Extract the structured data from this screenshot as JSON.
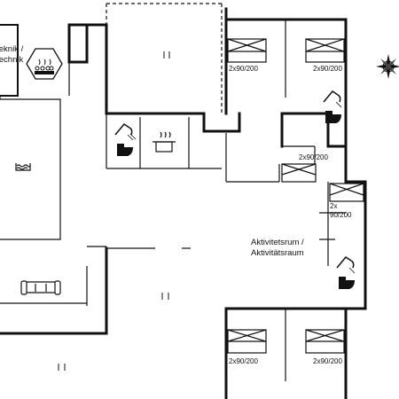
{
  "rooms": {
    "technik_top": "Teknik /",
    "technik_bottom": "Technik",
    "activity_line1": "Aktivitetsrum /",
    "activity_line2": "Aktivitätsraum"
  },
  "beds": {
    "bed_top_left": "2x90/200",
    "bed_top_right": "2x90/200",
    "bed_middle": "2x90/200",
    "bed_small_line1": "2x",
    "bed_small_line2": "90/200",
    "bed_bottom_left": "2x90/200",
    "bed_bottom_right": "2x90/200"
  },
  "icons": {
    "compass": "compass-rose-icon",
    "sauna": "sauna-stove-icon",
    "pool": "pool-water-icon",
    "sofa": "sofa-icon",
    "cooking_pot": "cooking-pot-icon",
    "shower_toilet": "shower-toilet-icon",
    "bed": "bed-icon",
    "window": "window-marker-icon"
  }
}
